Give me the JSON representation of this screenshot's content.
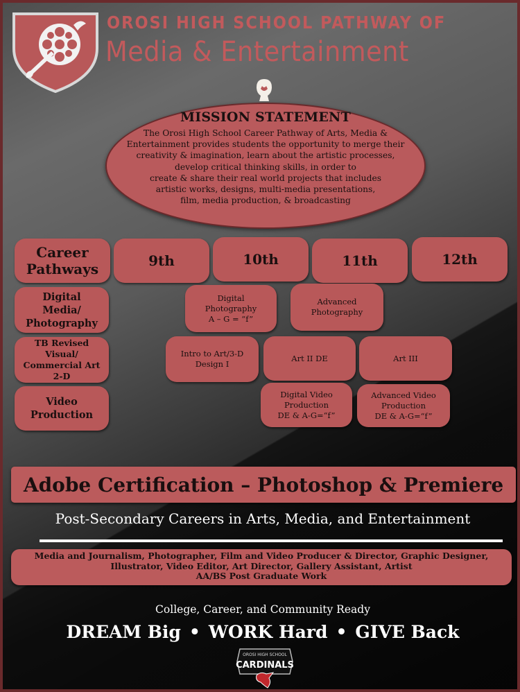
{
  "header": {
    "title_line1": "Orosi High School Pathway of",
    "title_line2": "Media & Entertainment"
  },
  "mission": {
    "title": "MISSION STATEMENT",
    "lines": [
      "The Orosi High School Career Pathway of Arts, Media &",
      "Entertainment provides students the opportunity to merge their",
      "creativity & imagination, learn about the artistic processes,",
      "develop critical thinking skills, in order to",
      "create & share their real world projects that includes",
      "artistic works, designs, multi-media presentations,",
      "film, media production, & broadcasting"
    ]
  },
  "grid": {
    "pathways_header": [
      "Career",
      "Pathways"
    ],
    "grades": [
      "9th",
      "10th",
      "11th",
      "12th"
    ],
    "pathways": {
      "digital_media": [
        "Digital",
        "Media/",
        "Photography"
      ],
      "tb_revised": [
        "TB Revised",
        "Visual/",
        "Commercial Art",
        "2-D"
      ],
      "video": [
        "Video",
        "Production"
      ]
    },
    "courses": {
      "digital_photo": [
        "Digital",
        "Photography",
        "A – G = “f”"
      ],
      "advanced_photo": [
        "Advanced",
        "Photography"
      ],
      "intro_art": [
        "Intro to Art/3-D",
        "Design I"
      ],
      "art_ii": [
        "Art II DE"
      ],
      "art_iii": [
        "Art III"
      ],
      "digital_video": [
        "Digital Video",
        "Production",
        "DE & A-G=“f”"
      ],
      "advanced_video": [
        "Advanced Video",
        "Production",
        "DE & A-G=“f”"
      ]
    }
  },
  "certification": "Adobe Certification – Photoshop & Premiere",
  "post_secondary_title": "Post-Secondary Careers in Arts, Media, and Entertainment",
  "careers_lines": [
    "Media and Journalism, Photographer, Film and Video Producer & Director, Graphic Designer,",
    "Illustrator, Video Editor, Art Director, Gallery Assistant, Artist",
    "AA/BS   Post Graduate Work"
  ],
  "ready": "College, Career, and Community Ready",
  "motto": [
    "DREAM Big",
    "WORK Hard",
    "GIVE Back"
  ],
  "motto_separator": "•",
  "logo": {
    "top_text": "OROSI HIGH SCHOOL",
    "name": "CARDINALS"
  },
  "colors": {
    "accent_red": "#b85859",
    "title_red": "#c25a5c",
    "border": "#6a2a2c"
  }
}
